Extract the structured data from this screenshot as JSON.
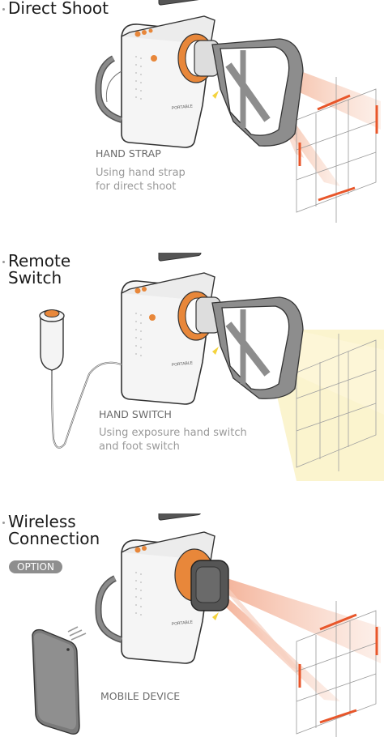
{
  "sections": [
    {
      "title": "Direct Shoot",
      "caption_head": "HAND STRAP",
      "caption_lines": [
        "Using hand strap",
        "for direct shoot"
      ]
    },
    {
      "title": "Remote\nSwitch",
      "caption_head": "HAND SWITCH",
      "caption_lines": [
        "Using exposure hand switch",
        "and foot switch"
      ]
    },
    {
      "title": "Wireless\nConnection",
      "badge": "OPTION",
      "caption_head": "MOBILE DEVICE"
    }
  ],
  "colors": {
    "accent": "#e8873a",
    "red": "#e85a28",
    "beam": "#f6c9b6",
    "beam_yellow": "#fbf3c9",
    "strap": "#8b8b8b"
  },
  "icons": [
    "xray-device-icon",
    "hand-strap-icon",
    "hand-switch-icon",
    "smartphone-icon",
    "wireless-signal-icon",
    "target-grid-icon"
  ]
}
